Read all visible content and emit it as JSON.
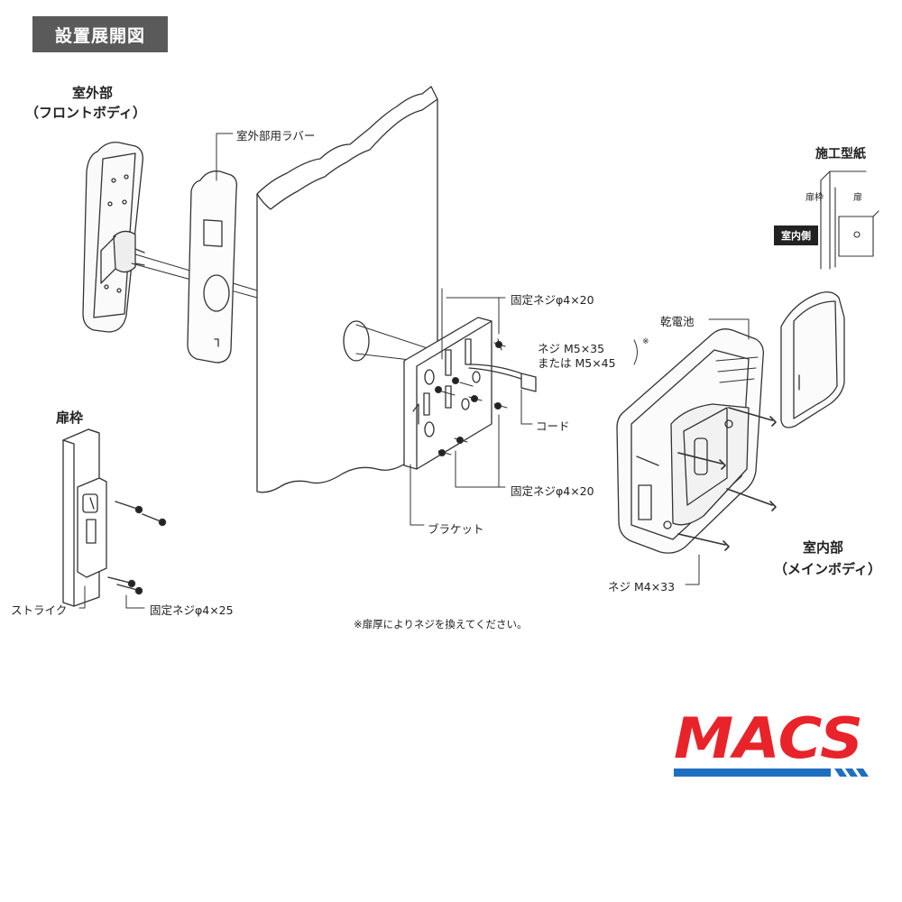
{
  "title": "設置展開図",
  "labels": {
    "outdoor_title": "室外部",
    "outdoor_sub": "（フロントボディ）",
    "outdoor_rubber": "室外部用ラバー",
    "frame_title": "扉枠",
    "strike": "ストライク",
    "screw_strike": "固定ネジφ4×25",
    "screw_fix_top": "固定ネジφ4×20",
    "screw_m5_line1": "ネジ M5×35",
    "screw_m5_line2": "または M5×45",
    "asterisk": "※",
    "cord": "コード",
    "screw_fix_bottom": "固定ネジφ4×20",
    "bracket": "ブラケット",
    "battery": "乾電池",
    "indoor_title": "室内部",
    "indoor_sub": "（メインボディ）",
    "screw_m4": "ネジ M4×33",
    "template_title": "施工型紙",
    "template_frame": "扉枠",
    "template_door": "扉",
    "template_indoor": "室内側",
    "note": "※扉厚によりネジを換えてください。"
  },
  "logo": {
    "text": "MACS",
    "red": "#e8232a",
    "blue": "#1f6fc0"
  }
}
